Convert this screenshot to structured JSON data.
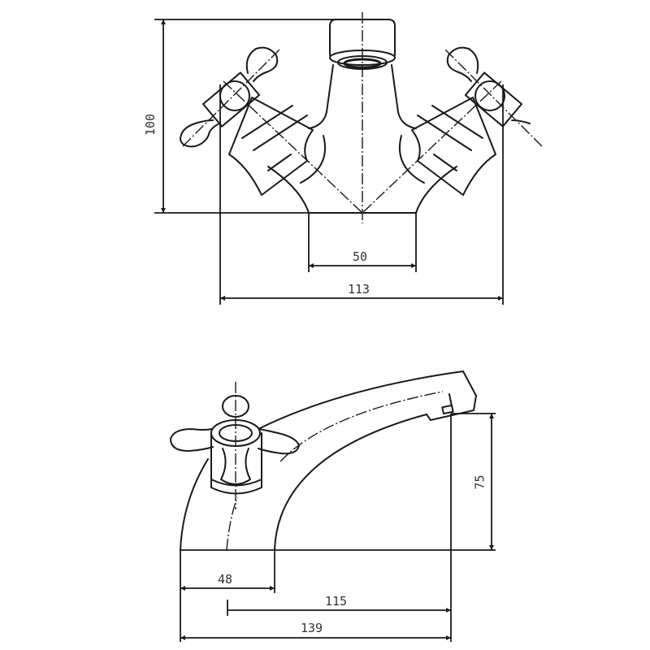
{
  "drawing": {
    "subject": "Basin mixer tap with cross-head handles",
    "line_color": "#1a1a1a",
    "text_color": "#333333",
    "background": "#ffffff",
    "views": [
      {
        "name": "front-view",
        "dimensions": {
          "height": "100",
          "base_width": "50",
          "overall_width": "113"
        }
      },
      {
        "name": "side-view",
        "dimensions": {
          "spout_height": "75",
          "base_depth": "48",
          "spout_reach": "115",
          "overall_depth": "139"
        }
      }
    ]
  }
}
